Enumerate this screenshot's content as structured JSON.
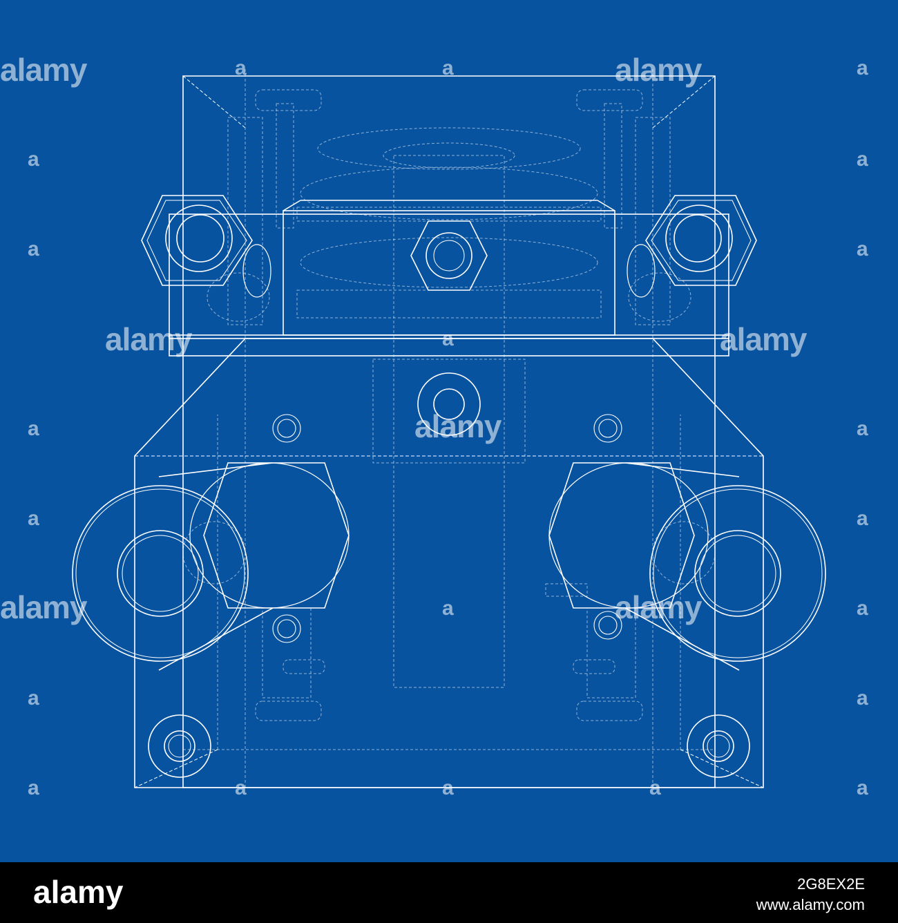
{
  "colors": {
    "background": "#0753a0",
    "line": "#ffffff",
    "footer": "#000000"
  },
  "watermark": {
    "logo": "alamy",
    "mark": "a"
  },
  "footer": {
    "logo": "alamy",
    "image_id": "2G8EX2E",
    "url": "www.alamy.com"
  }
}
